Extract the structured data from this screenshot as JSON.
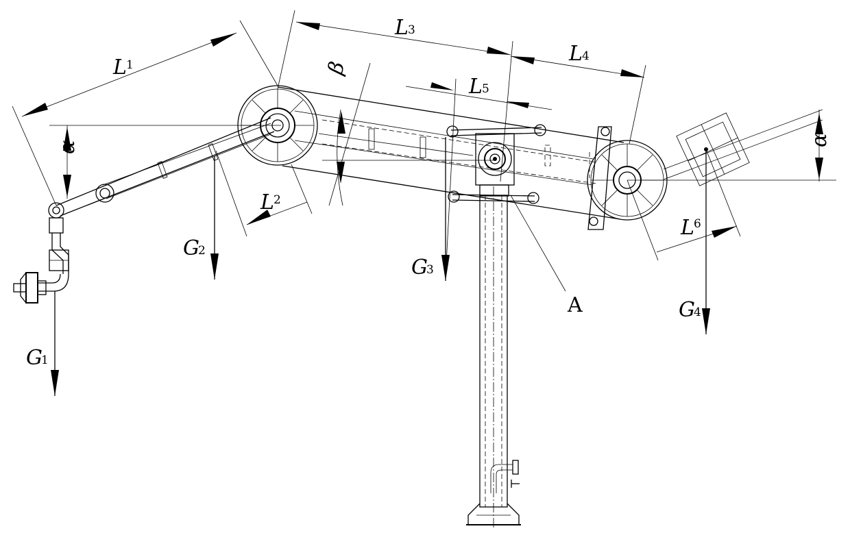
{
  "labels": {
    "L1": {
      "main": "L",
      "sub": "1"
    },
    "L2": {
      "main": "L",
      "sub": "2"
    },
    "L3": {
      "main": "L",
      "sub": "3"
    },
    "L4": {
      "main": "L",
      "sub": "4"
    },
    "L5": {
      "main": "L",
      "sub": "5"
    },
    "L6": {
      "main": "L",
      "sub": "6"
    },
    "G1": {
      "main": "G",
      "sub": "1"
    },
    "G2": {
      "main": "G",
      "sub": "2"
    },
    "G3": {
      "main": "G",
      "sub": "3"
    },
    "G4": {
      "main": "G",
      "sub": "4"
    },
    "alpha_left": "α",
    "alpha_right": "α",
    "beta": "β",
    "point_A": "A"
  }
}
